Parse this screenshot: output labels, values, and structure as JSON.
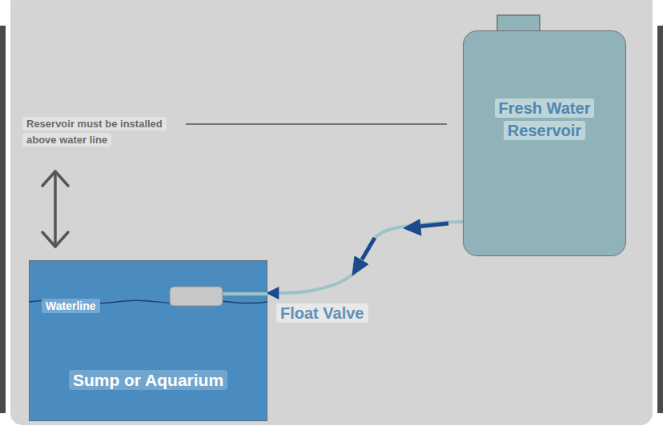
{
  "diagram": {
    "nodes": [
      {
        "text": [
          "Fresh Water Reservoir"
        ]
      },
      {
        "text": [
          "Sump or Aquarium"
        ]
      }
    ],
    "edges": [
      {
        "from": 0,
        "to": 1,
        "arrow": "to"
      }
    ],
    "labels": [
      "Reservoir must be installed above water line",
      "Waterline",
      "Float Valve"
    ]
  }
}
